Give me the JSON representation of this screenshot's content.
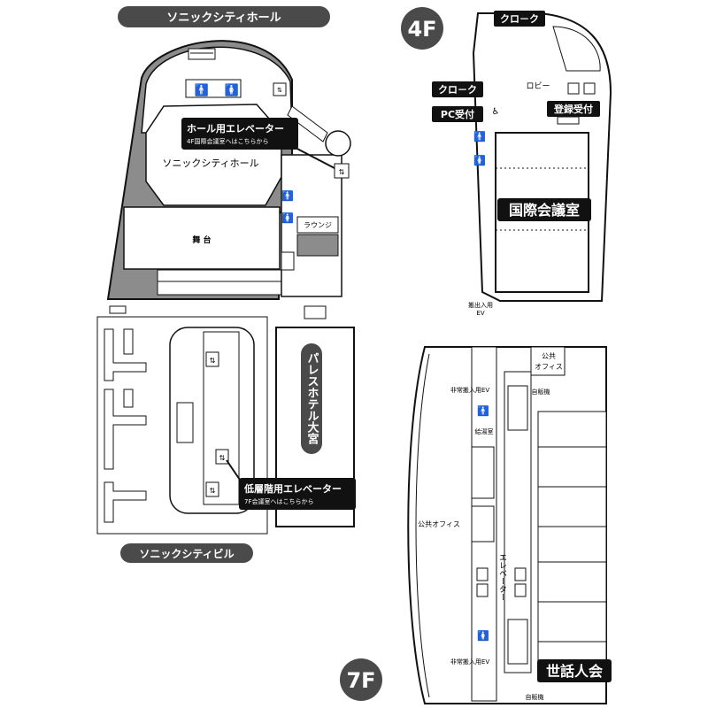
{
  "colors": {
    "ink": "#111111",
    "hall_gray": "#8c8c8c",
    "stage": "#ffffff",
    "pill": "#4a4a4a",
    "bg": "#ffffff"
  },
  "hall": {
    "title": "ソニックシティホール",
    "hall_label": "ソニックシティホール",
    "stage_label": "舞 台",
    "lounge": "ラウンジ",
    "callout_title": "ホール用エレベーター",
    "callout_sub": "4F国際会議室へはこちらから"
  },
  "building": {
    "title": "ソニックシティビル",
    "hotel": "パレスホテル大宮",
    "callout_title": "低層階用エレベーター",
    "callout_sub": "7F会議室へはこちらから"
  },
  "floor4": {
    "floor": "4F",
    "cloak_top": "クロ－ク",
    "cloak": "クロ－ク",
    "pc": "PC受付",
    "lobby": "ロビー",
    "registration": "登録受付",
    "room": "国際会議室",
    "freight_ev": "搬出入用",
    "ev": "EV"
  },
  "floor7": {
    "floor": "7F",
    "public_office_top": "公共\nオフィス",
    "public_office_top_1": "公共",
    "public_office_top_2": "オフィス",
    "public_office": "公共オフィス",
    "freight_ev_1": "非常搬入用EV",
    "freight_ev_2": "非常搬入用EV",
    "vending_1": "自販機",
    "vending_2": "自販機",
    "pantry": "給湯室",
    "elevator": "エレベーター",
    "room": "世話人会"
  },
  "icons": [
    "restroom-icon",
    "elevator-icon",
    "accessible-icon",
    "stairs-icon"
  ]
}
